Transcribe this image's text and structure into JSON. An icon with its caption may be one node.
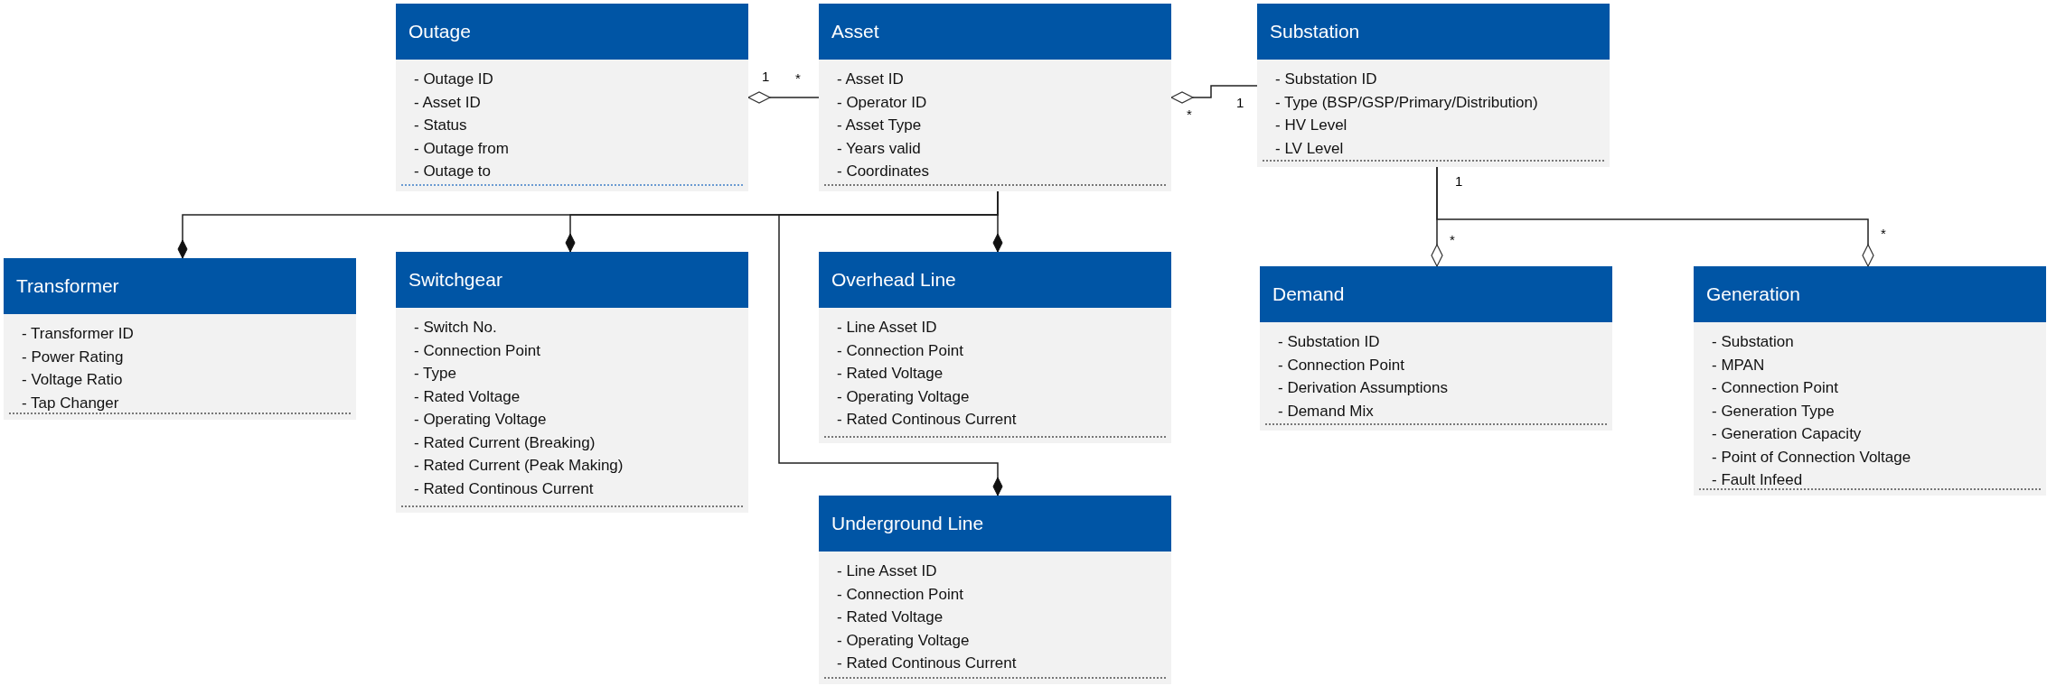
{
  "diagram": {
    "nodes": [
      {
        "text": [
          "Outage",
          "- Outage ID",
          "- Asset ID",
          "- Status",
          "- Outage from",
          "- Outage to"
        ]
      },
      {
        "text": [
          "Asset",
          "- Asset ID",
          "- Operator ID",
          "- Asset Type",
          "- Years valid",
          "- Coordinates"
        ]
      },
      {
        "text": [
          "Substation",
          "- Substation ID",
          "- Type (BSP/GSP/Primary/Distribution)",
          "- HV Level",
          "- LV Level"
        ]
      },
      {
        "text": [
          "Transformer",
          "- Transformer ID",
          "- Power Rating",
          "- Voltage Ratio",
          "- Tap Changer"
        ]
      },
      {
        "text": [
          "Switchgear",
          "- Switch No.",
          "- Connection Point",
          "- Type",
          "- Rated Voltage",
          "- Operating Voltage",
          "- Rated Current (Breaking)",
          "- Rated Current (Peak Making)",
          "- Rated Continous Current"
        ]
      },
      {
        "text": [
          "Overhead Line",
          "- Line Asset ID",
          "- Connection Point",
          "- Rated Voltage",
          "- Operating Voltage",
          "- Rated Continous Current"
        ]
      },
      {
        "text": [
          "Underground Line",
          "- Line Asset ID",
          "- Connection Point",
          "- Rated Voltage",
          "- Operating Voltage",
          "- Rated Continous Current"
        ]
      },
      {
        "text": [
          "Demand",
          "- Substation ID",
          "- Connection Point",
          "- Derivation Assumptions",
          "- Demand Mix"
        ]
      },
      {
        "text": [
          "Generation",
          "- Substation",
          "- MPAN",
          "- Connection Point",
          "- Generation Type",
          "- Generation Capacity",
          "- Point of Connection Voltage",
          "- Fault Infeed"
        ]
      }
    ],
    "edges": [
      {
        "from": 1,
        "to": 0,
        "arrow": "other"
      },
      {
        "from": 2,
        "to": 1,
        "arrow": "other"
      },
      {
        "from": 1,
        "to": 3,
        "arrow": "other"
      },
      {
        "from": 1,
        "to": 4,
        "arrow": "other"
      },
      {
        "from": 1,
        "to": 5,
        "arrow": "other"
      },
      {
        "from": 1,
        "to": 6,
        "arrow": "other"
      },
      {
        "from": 2,
        "to": 7,
        "arrow": "other"
      },
      {
        "from": 2,
        "to": 8,
        "arrow": "other"
      }
    ],
    "labels": [
      "1",
      "*",
      "*",
      "1",
      "1",
      "*",
      "*"
    ]
  }
}
